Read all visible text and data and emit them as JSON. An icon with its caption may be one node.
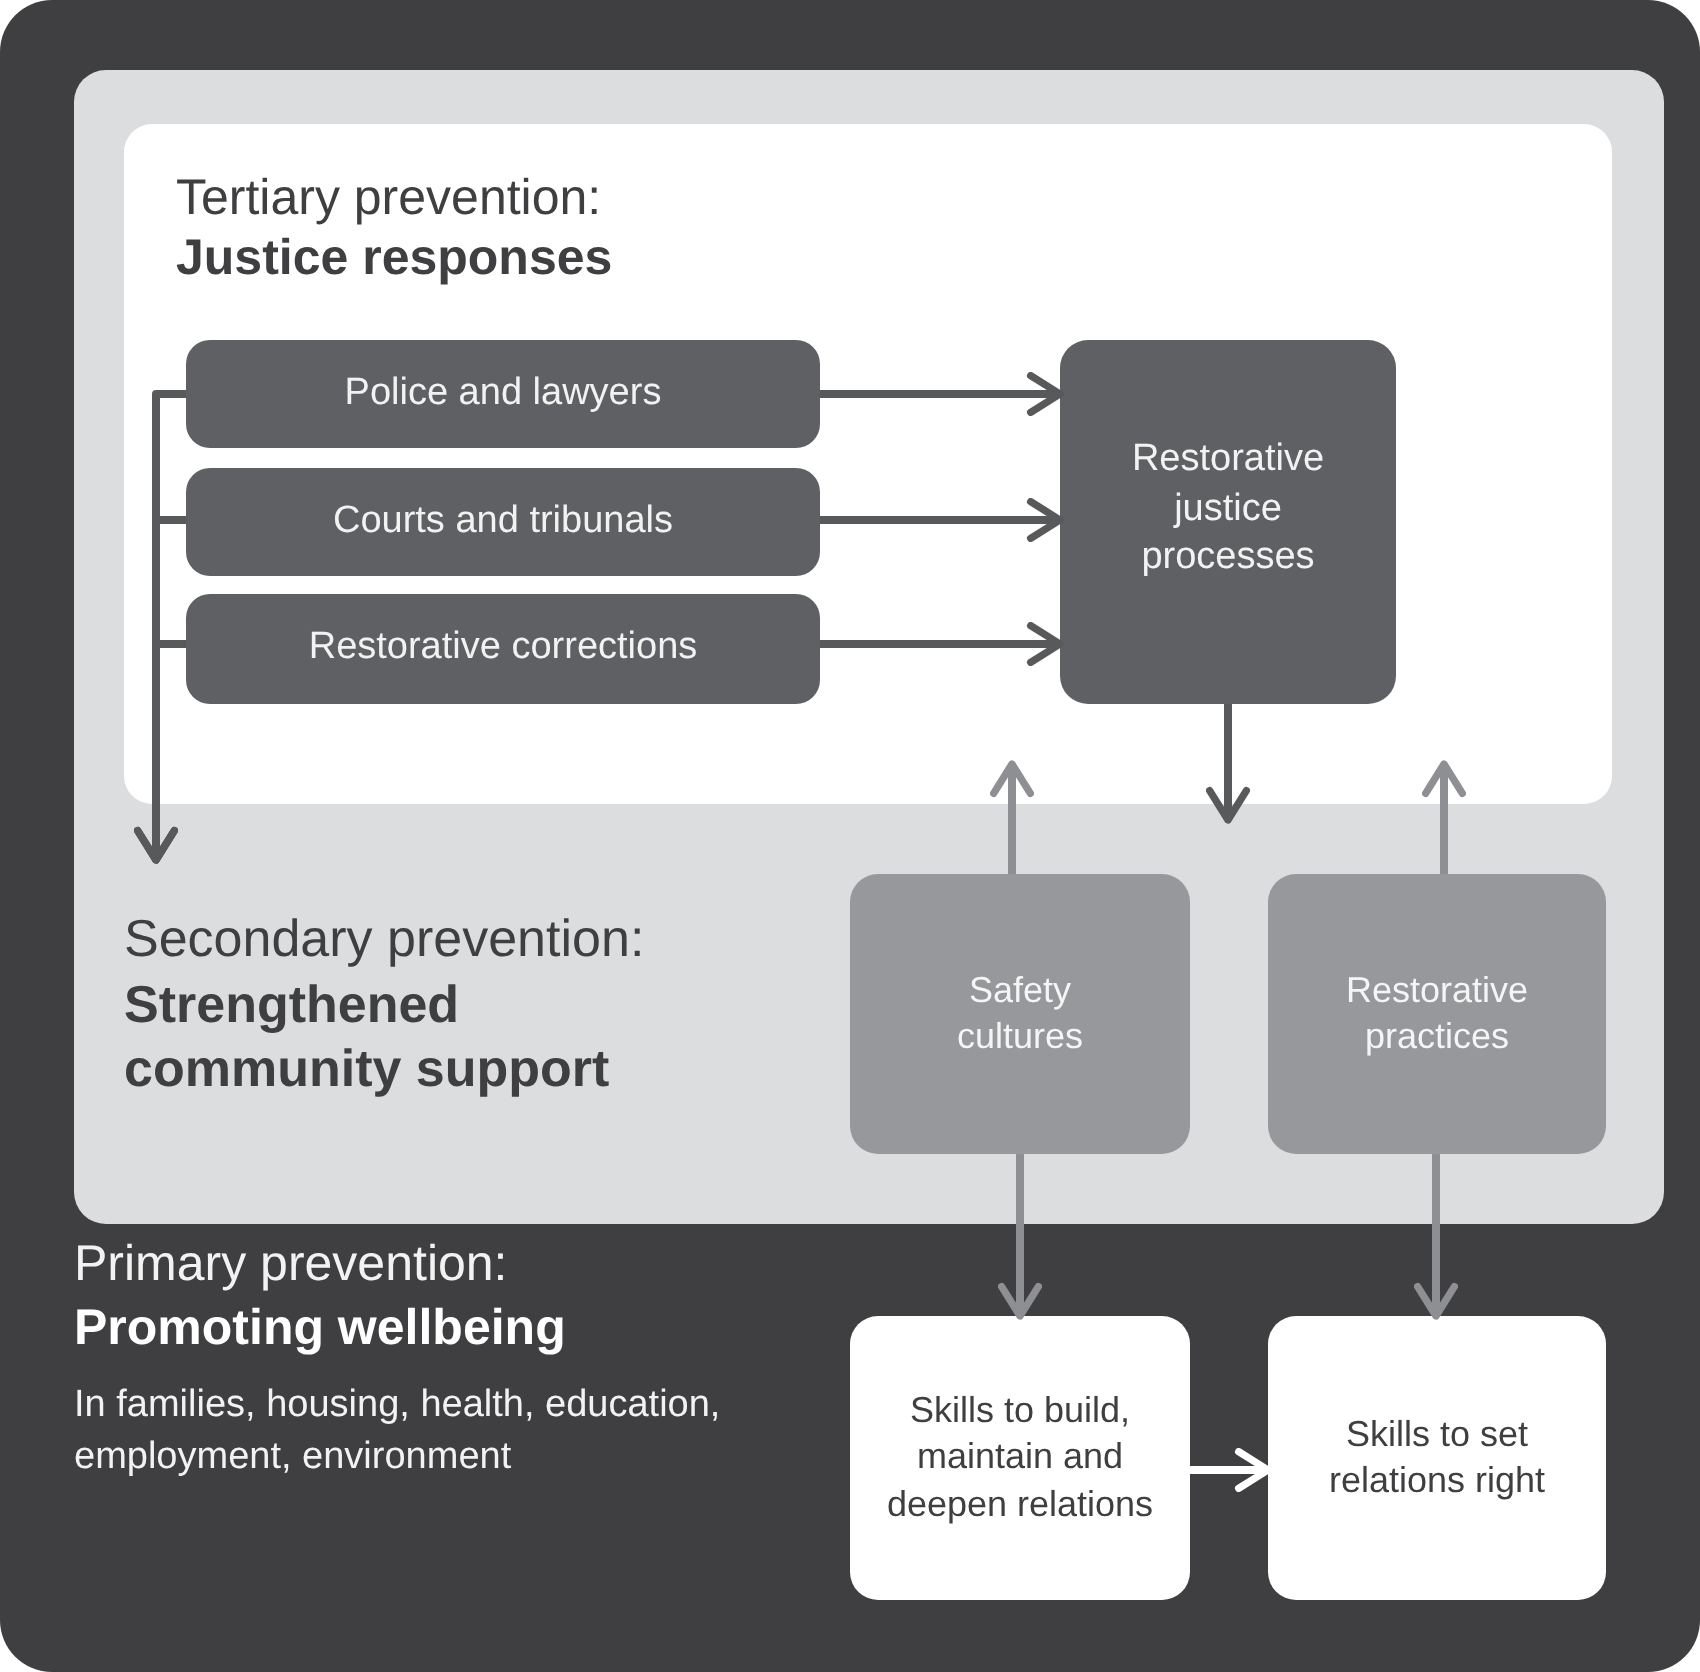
{
  "diagram": {
    "nodes": [
      {
        "text": [
          "Primary prevention:",
          "Promoting wellbeing",
          "In families, housing, health, education, employment, environment"
        ]
      },
      {
        "text": [
          "Secondary prevention:",
          "Strengthened community support"
        ],
        "in": 0
      },
      {
        "text": [
          "Tertiary prevention:",
          "Justice responses"
        ],
        "in": 1
      },
      {
        "text": [
          "Police and lawyers"
        ],
        "in": 2
      },
      {
        "text": [
          "Courts and tribunals"
        ],
        "in": 2
      },
      {
        "text": [
          "Restorative corrections"
        ],
        "in": 2
      },
      {
        "text": [
          "Restorative justice processes"
        ],
        "in": 2
      },
      {
        "text": [
          "Safety cultures"
        ],
        "in": 1
      },
      {
        "text": [
          "Restorative practices"
        ],
        "in": 1
      },
      {
        "text": [
          "Skills to build, maintain and deepen relations"
        ],
        "in": 0
      },
      {
        "text": [
          "Skills to set relations right"
        ],
        "in": 0
      }
    ],
    "edges": [
      {
        "from": 3,
        "to": 6,
        "arrow": "to"
      },
      {
        "from": 4,
        "to": 6,
        "arrow": "to"
      },
      {
        "from": 5,
        "to": 6,
        "arrow": "to"
      },
      {
        "from": 3,
        "to": null,
        "arrow": "to"
      },
      {
        "from": 4,
        "to": null,
        "arrow": "to"
      },
      {
        "from": 5,
        "to": null,
        "arrow": "to"
      },
      {
        "from": 6,
        "to": null,
        "arrow": "to"
      },
      {
        "from": 7,
        "to": 2,
        "arrow": "to",
        "color": "#8e8f92"
      },
      {
        "from": 8,
        "to": 2,
        "arrow": "to",
        "color": "#8e8f92"
      },
      {
        "from": 7,
        "to": 9,
        "arrow": "to",
        "color": "#8e8f92"
      },
      {
        "from": 8,
        "to": 10,
        "arrow": "to",
        "color": "#8e8f92"
      },
      {
        "from": 9,
        "to": 10,
        "arrow": "to",
        "color": "#ffffff"
      }
    ]
  }
}
